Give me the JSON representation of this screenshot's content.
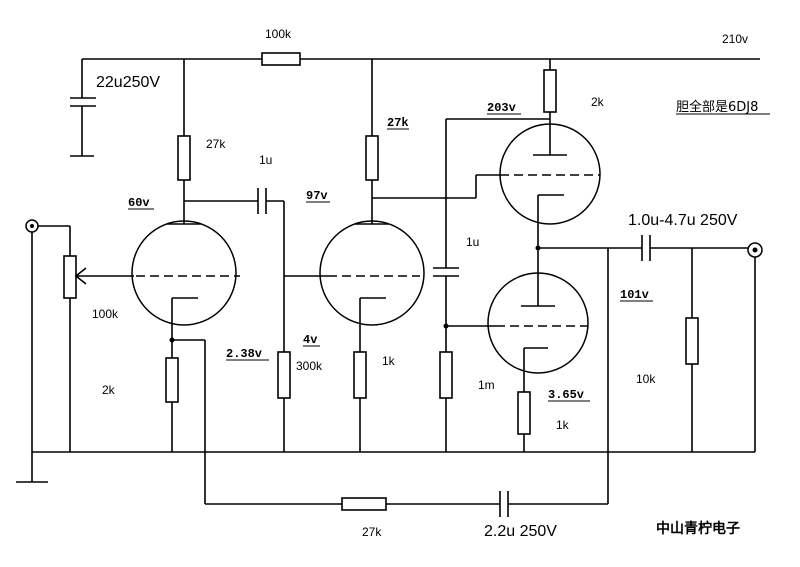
{
  "supply": {
    "voltage": "210v",
    "decoupling_resistor": "100k",
    "filter_cap": "22u250V"
  },
  "stage1": {
    "plate_resistor": "27k",
    "plate_voltage": "60v",
    "input_pot": "100k",
    "cathode_resistor": "2k"
  },
  "coupling1": {
    "cap": "1u"
  },
  "stage2": {
    "grid_resistor": "300k",
    "cathode_voltage": "2.38v",
    "plate_resistor": "27k",
    "plate_voltage": "97v",
    "cathode_voltage_alt": "4v",
    "cathode_resistor": "1k"
  },
  "output_stage": {
    "top_plate_voltage": "203v",
    "top_plate_resistor": "2k",
    "coupling_cap": "1u",
    "grid_resistor": "1m",
    "mid_voltage": "101v",
    "cathode_voltage": "3.65v",
    "cathode_resistor": "1k"
  },
  "output": {
    "cap": "1.0u-4.7u 250V",
    "load_resistor": "10k"
  },
  "feedback": {
    "resistor": "27k",
    "cap": "2.2u 250V"
  },
  "notes": {
    "tube_type": "胆全部是6DJ8",
    "credit": "中山青柠电子"
  }
}
